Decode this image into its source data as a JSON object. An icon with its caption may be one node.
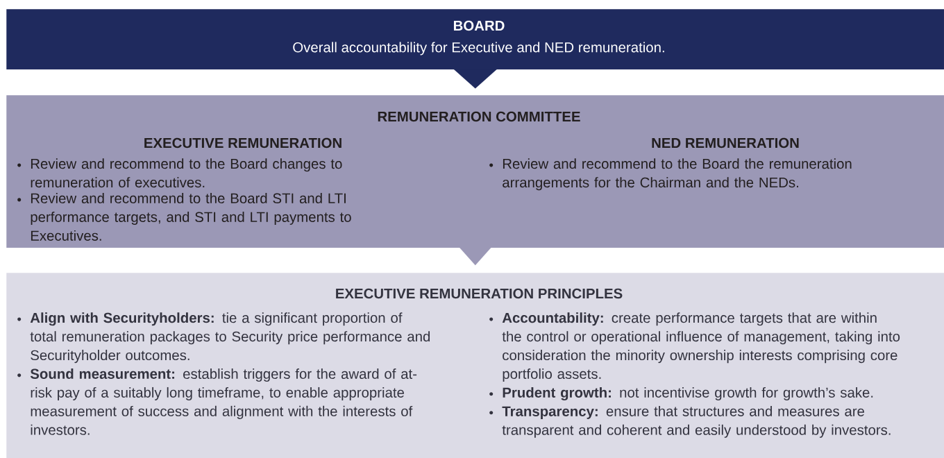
{
  "diagram": {
    "nodes": [
      {
        "text": [
          "BOARD",
          "Overall accountability for Executive and NED remuneration."
        ]
      },
      {
        "text": [
          "REMUNERATION COMMITTEE",
          "EXECUTIVE REMUNERATION",
          "Review and recommend to the Board changes to remuneration of executives.",
          "Review and recommend to the Board STI and LTI performance targets, and STI and LTI payments to Executives.",
          "NED REMUNERATION",
          "Review and recommend to the Board the remuneration arrangements for the Chairman and the NEDs."
        ]
      },
      {
        "text": [
          "EXECUTIVE REMUNERATION PRINCIPLES",
          "**Align with Securityholders:** tie a significant proportion of total remuneration packages to Security price performance and Securityholder outcomes.",
          "**Sound measurement:** establish triggers for the award of at-risk pay of a suitably long timeframe, to enable appropriate measurement of success and alignment with the interests of investors.",
          "**Accountability:** create performance targets that are within the control or operational influence of management, taking into consideration the minority ownership interests comprising core portfolio assets.",
          "**Prudent growth:** not incentivise growth for growth’s sake.",
          "**Transparency:** ensure that structures and measures are transparent and coherent and easily understood by investors."
        ]
      }
    ],
    "edges": [
      {
        "from": 0,
        "to": 1,
        "arrow": "to",
        "color": "#1f2a5e"
      },
      {
        "from": 1,
        "to": 2,
        "arrow": "to",
        "color": "#9b98b6"
      }
    ]
  }
}
